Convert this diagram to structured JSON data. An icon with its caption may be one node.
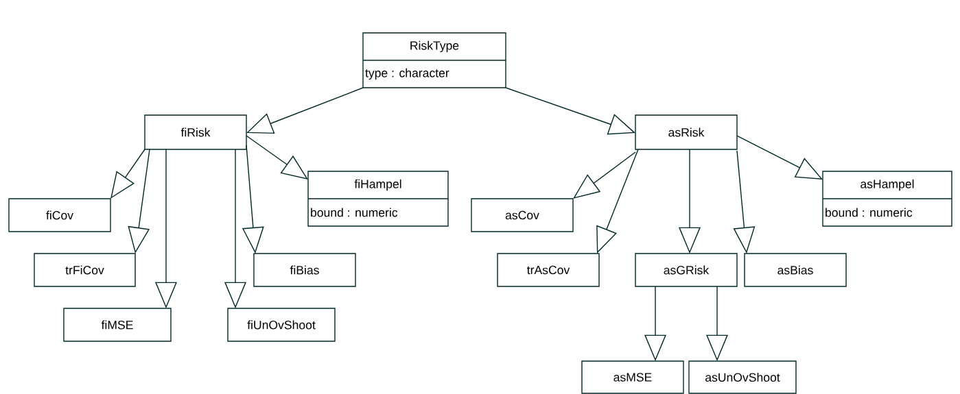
{
  "diagram": {
    "nodes": [
      {
        "text": [
          "RiskType",
          "type : character"
        ]
      },
      {
        "text": [
          "fiRisk"
        ]
      },
      {
        "text": [
          "asRisk"
        ]
      },
      {
        "text": [
          "fiCov"
        ]
      },
      {
        "text": [
          "fiHampel",
          "bound : numeric"
        ]
      },
      {
        "text": [
          "trFiCov"
        ]
      },
      {
        "text": [
          "fiBias"
        ]
      },
      {
        "text": [
          "fiMSE"
        ]
      },
      {
        "text": [
          "fiUnOvShoot"
        ]
      },
      {
        "text": [
          "asCov"
        ]
      },
      {
        "text": [
          "asHampel",
          "bound : numeric"
        ]
      },
      {
        "text": [
          "trAsCov"
        ]
      },
      {
        "text": [
          "asGRisk"
        ]
      },
      {
        "text": [
          "asBias"
        ]
      },
      {
        "text": [
          "asMSE"
        ]
      },
      {
        "text": [
          "asUnOvShoot"
        ]
      }
    ],
    "edges": [
      {
        "from": 0,
        "to": 1,
        "arrow": "to"
      },
      {
        "from": 0,
        "to": 2,
        "arrow": "to"
      },
      {
        "from": 1,
        "to": 3,
        "arrow": "to"
      },
      {
        "from": 1,
        "to": 5,
        "arrow": "to"
      },
      {
        "from": 1,
        "to": 7,
        "arrow": "to"
      },
      {
        "from": 1,
        "to": 8,
        "arrow": "to"
      },
      {
        "from": 1,
        "to": 6,
        "arrow": "to"
      },
      {
        "from": 1,
        "to": 4,
        "arrow": "to"
      },
      {
        "from": 2,
        "to": 9,
        "arrow": "to"
      },
      {
        "from": 2,
        "to": 11,
        "arrow": "to"
      },
      {
        "from": 2,
        "to": 12,
        "arrow": "to"
      },
      {
        "from": 2,
        "to": 13,
        "arrow": "to"
      },
      {
        "from": 2,
        "to": 10,
        "arrow": "to"
      },
      {
        "from": 12,
        "to": 14,
        "arrow": "to"
      },
      {
        "from": 12,
        "to": 15,
        "arrow": "to"
      }
    ]
  }
}
